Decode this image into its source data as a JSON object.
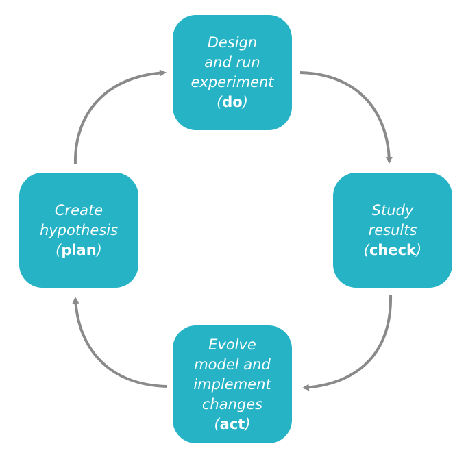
{
  "colors": {
    "box_fill": "#25b3c5",
    "box_text": "#ffffff",
    "arrow": "#8a8a8a",
    "background": "#ffffff"
  },
  "cycle": {
    "do": {
      "lines": [
        "Design",
        "and run",
        "experiment"
      ],
      "tag": "do"
    },
    "check": {
      "lines": [
        "Study",
        "results"
      ],
      "tag": "check"
    },
    "act": {
      "lines": [
        "Evolve",
        "model and",
        "implement",
        "changes"
      ],
      "tag": "act"
    },
    "plan": {
      "lines": [
        "Create",
        "hypothesis"
      ],
      "tag": "plan"
    }
  }
}
